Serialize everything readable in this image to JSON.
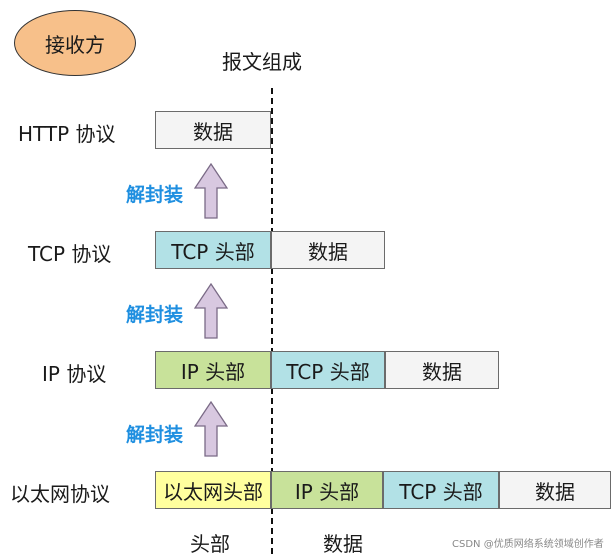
{
  "receiver": "接收方",
  "title": "报文组成",
  "layers": [
    {
      "label": "HTTP 协议"
    },
    {
      "label": "TCP 协议"
    },
    {
      "label": "IP 协议"
    },
    {
      "label": "以太网协议"
    }
  ],
  "segments": {
    "data": "数据",
    "tcp_header": "TCP 头部",
    "ip_header": "IP 头部",
    "eth_header": "以太网头部"
  },
  "decap": "解封装",
  "bottom": {
    "header": "头部",
    "data": "数据"
  },
  "footnote": "CSDN @优质网络系统领域创作者",
  "colors": {
    "receiver": "#f7c08a",
    "data": "#f4f4f4",
    "tcp_header": "#b2e1e6",
    "ip_header": "#c8e29a",
    "eth_header": "#ffff9e",
    "arrow": "#d8c8e0",
    "decap": "#1f8fe0"
  }
}
